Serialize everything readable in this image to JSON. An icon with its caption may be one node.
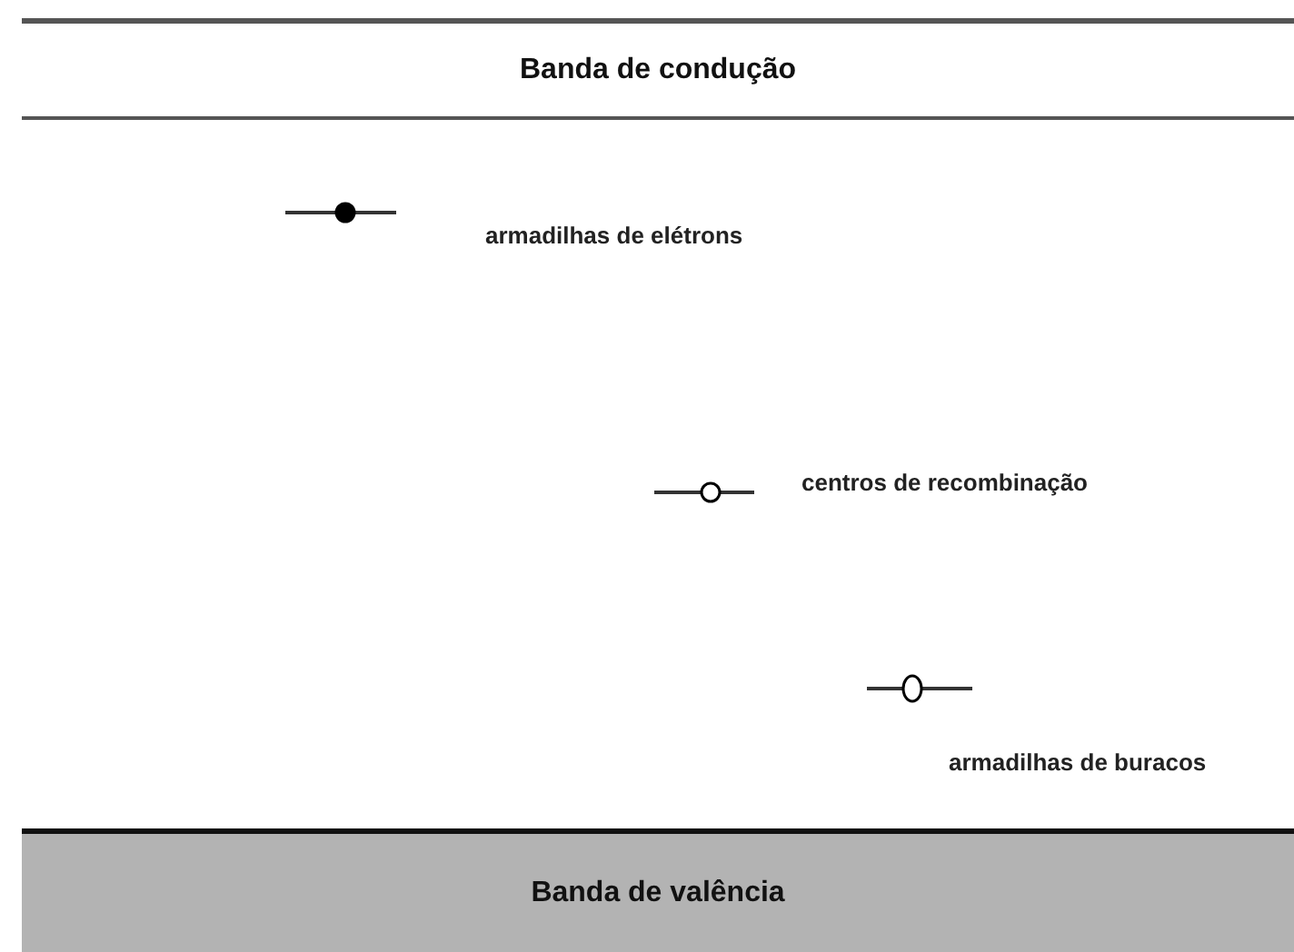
{
  "diagram": {
    "nodes": [
      {
        "text": [
          "Banda de condução"
        ]
      },
      {
        "text": [
          "Banda de valência"
        ]
      }
    ],
    "labels": [
      "armadilhas de elétrons",
      "centros de recombinação",
      "armadilhas de buracos"
    ]
  }
}
